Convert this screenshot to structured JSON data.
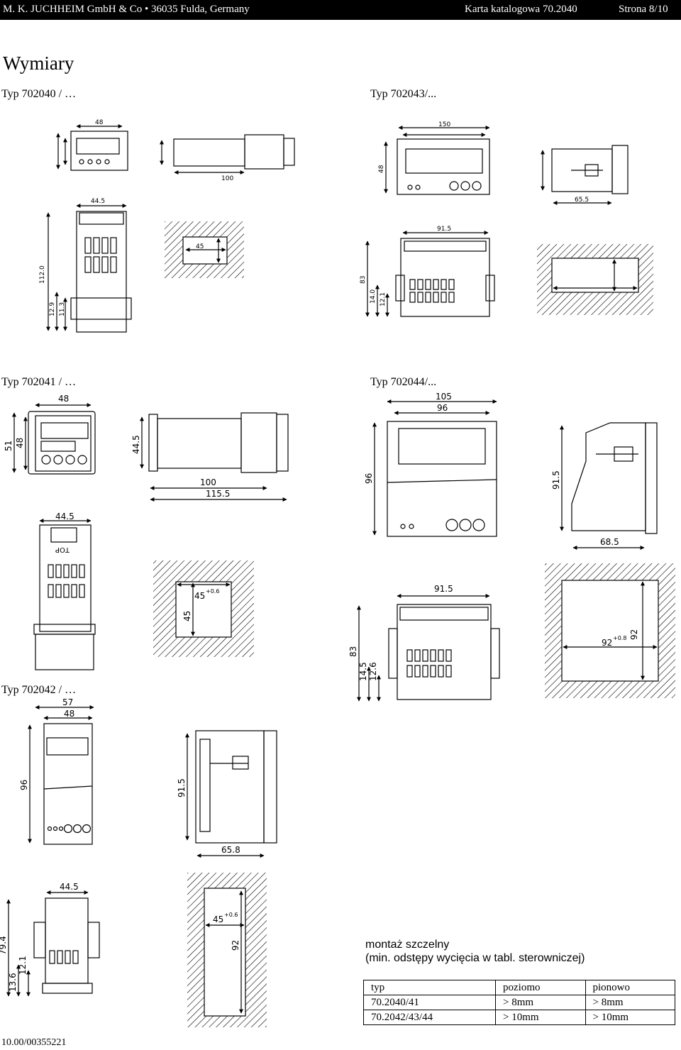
{
  "header": {
    "company": "M. K. JUCHHEIM GmbH & Co • 36035 Fulda, Germany",
    "catalog": "Karta katalogowa 70.2040",
    "page": "Strona  8/10"
  },
  "title": "Wymiary",
  "sections": {
    "s702040": "Typ 702040 / …",
    "s702043": "Typ 702043/...",
    "s702041": "Typ 702041 / …",
    "s702044": "Typ 702044/...",
    "s702042": "Typ 702042 / …"
  },
  "dims": {
    "d48": "48",
    "d51": "51",
    "d100": "100",
    "d115_5": "115.5",
    "d44_5": "44.5",
    "d105": "105",
    "d96": "96",
    "d91_5": "91.5",
    "d68_5": "68.5",
    "d83": "83",
    "d14_5": "14.5",
    "d12_6": "12.6",
    "d57": "57",
    "d65_8": "65.8",
    "d79_4": "79.4",
    "d13_6": "13.6",
    "d12_1": "12.1",
    "cut45": "45",
    "tol06": "+0.6",
    "cut92": "92",
    "tol08": "+0.8",
    "top": "TOP",
    "d150": "150",
    "d48b": "48",
    "d65_5": "65.5",
    "d112": "112.0",
    "d12_9": "12.9",
    "d11_3": "11.3",
    "d91_5b": "91.5",
    "d83b": "83",
    "d14_0": "14.0",
    "d12_1b": "12.1"
  },
  "note": {
    "line1": "montaż szczelny",
    "line2": "(min. odstępy wycięcia w tabl. sterowniczej)"
  },
  "table": {
    "headers": [
      "typ",
      "poziomo",
      "pionowo"
    ],
    "rows": [
      [
        "70.2040/41",
        "> 8mm",
        "> 8mm"
      ],
      [
        "70.2042/43/44",
        "> 10mm",
        "> 10mm"
      ]
    ]
  },
  "footer": "10.00/00355221"
}
